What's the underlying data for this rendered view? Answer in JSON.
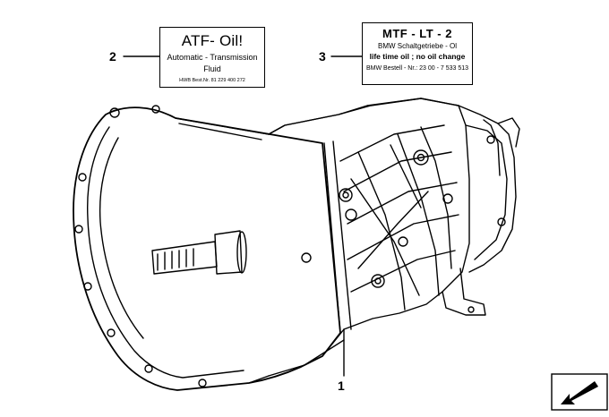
{
  "labels": {
    "atf": {
      "title": "ATF- Oil!",
      "subtitle_line1": "Automatic - Transmission",
      "subtitle_line2": "Fluid",
      "part_number": "HWB Best.Nr. 81 229 400 272"
    },
    "mtf": {
      "title": "MTF - LT - 2",
      "subtitle": "BMW Schaltgetriebe - Ol",
      "note": "life time oil ; no oil change",
      "part_number": "BMW Bestell - Nr.: 23 00 - 7 533 513"
    }
  },
  "callouts": {
    "one": "1",
    "two": "2",
    "three": "3"
  },
  "icons": {
    "corner": "arrow-down-left-icon",
    "main": "transmission-icon"
  }
}
